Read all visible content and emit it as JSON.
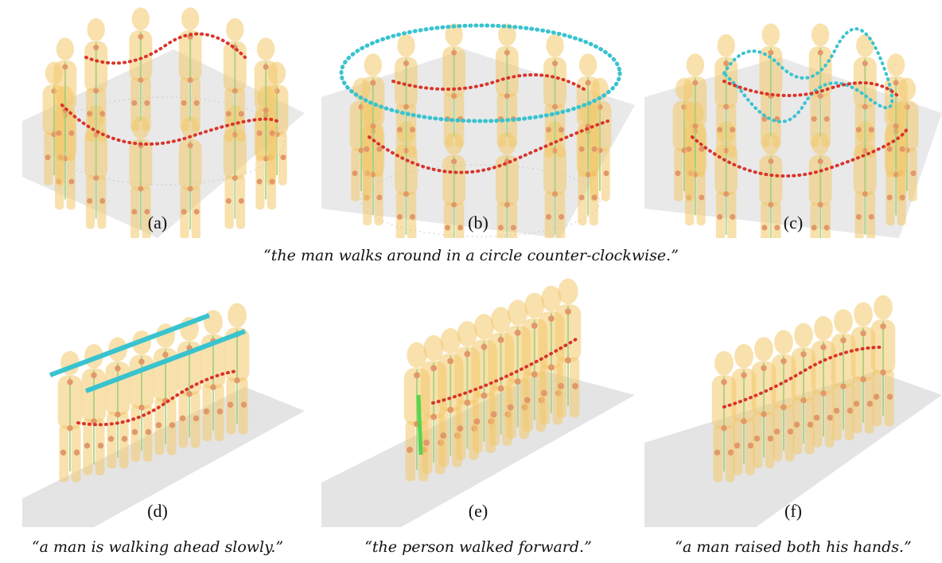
{
  "panels": [
    {
      "label": "(a)"
    },
    {
      "label": "(b)"
    },
    {
      "label": "(c)"
    },
    {
      "label": "(d)"
    },
    {
      "label": "(e)"
    },
    {
      "label": "(f)"
    }
  ],
  "captions": {
    "top": "“the man walks around in a circle counter-clockwise.”",
    "d": "“a man is walking ahead slowly.”",
    "e": "“the person walked forward.”",
    "f": "“a man raised both his hands.”"
  },
  "colors": {
    "figure": "#f2c96a",
    "trajectory_red": "#d9342b",
    "trajectory_cyan": "#39c3cf",
    "skeleton": "#9fd07a",
    "floor": "#e4e4e4"
  }
}
